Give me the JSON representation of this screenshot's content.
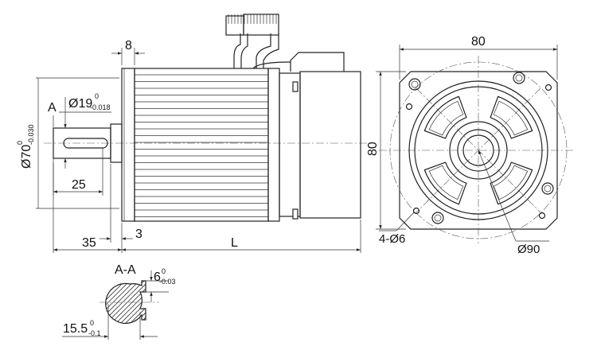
{
  "side_view": {
    "flange_thickness": "8",
    "datum": "A",
    "shaft_dia": "Ø19",
    "shaft_dia_tol_upper": "0",
    "shaft_dia_tol_lower": "-0.018",
    "pilot_dia": "Ø70",
    "pilot_dia_tol_upper": "0",
    "pilot_dia_tol_lower": "-0.030",
    "key_length": "25",
    "shaft_length": "35",
    "pilot_height": "3",
    "body_length": "L"
  },
  "end_view": {
    "flange_width": "80",
    "flange_height": "80",
    "mount_holes": "4-Ø6",
    "bolt_circle": "Ø90"
  },
  "section_view": {
    "title": "A-A",
    "key_width": "6",
    "key_width_tol_upper": "0",
    "key_width_tol_lower": "-0.03",
    "key_depth": "15.5",
    "key_depth_tol_upper": "0",
    "key_depth_tol_lower": "-0.1"
  }
}
